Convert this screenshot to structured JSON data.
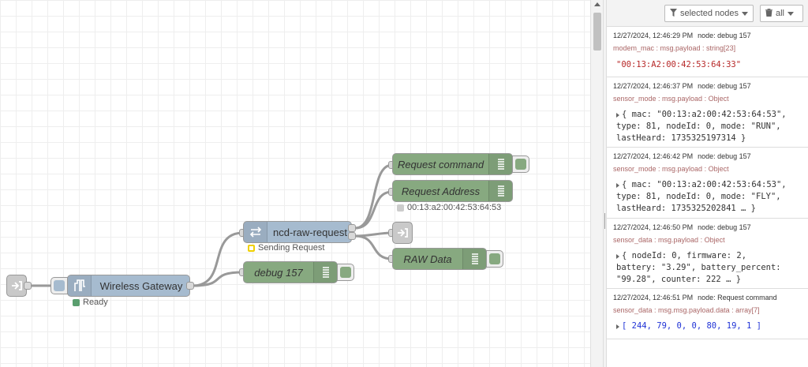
{
  "nodes": {
    "gateway": {
      "label": "Wireless Gateway",
      "status": "Ready"
    },
    "ncd_raw": {
      "label": "ncd-raw-request",
      "status": "Sending Request"
    },
    "debug157": {
      "label": "debug 157"
    },
    "request_command": {
      "label": "Request command"
    },
    "request_address": {
      "label": "Request Address",
      "status": "00:13:a2:00:42:53:64:53"
    },
    "raw_data": {
      "label": "RAW Data"
    }
  },
  "sidebar": {
    "filter_label": "selected nodes",
    "clear_label": "all",
    "messages": [
      {
        "timestamp": "12/27/2024, 12:46:29 PM",
        "node": "node: debug 157",
        "topic": "modem_mac : msg.payload : string[23]",
        "line1": "\"00:13:A2:00:42:53:64:33\""
      },
      {
        "timestamp": "12/27/2024, 12:46:37 PM",
        "node": "node: debug 157",
        "topic": "sensor_mode : msg.payload : Object",
        "line1": "{ mac: \"00:13:a2:00:42:53:64:53\",",
        "line2": "type: 81, nodeId: 0, mode: \"RUN\",",
        "line3": "lastHeard: 1735325197314 }"
      },
      {
        "timestamp": "12/27/2024, 12:46:42 PM",
        "node": "node: debug 157",
        "topic": "sensor_mode : msg.payload : Object",
        "line1": "{ mac: \"00:13:a2:00:42:53:64:53\",",
        "line2": "type: 81, nodeId: 0, mode: \"FLY\",",
        "line3": "lastHeard: 1735325202841 … }"
      },
      {
        "timestamp": "12/27/2024, 12:46:50 PM",
        "node": "node: debug 157",
        "topic": "sensor_data : msg.payload : Object",
        "line1": "{ nodeId: 0, firmware: 2,",
        "line2": "battery: \"3.29\", battery_percent:",
        "line3": "\"99.28\", counter: 222 … }"
      },
      {
        "timestamp": "12/27/2024, 12:46:51 PM",
        "node": "node: Request command",
        "topic": "sensor_data : msg.msg.payload.data : array[7]",
        "line1": "[ 244, 79, 0, 0, 80, 19, 1 ]"
      }
    ]
  },
  "colors": {
    "gateway_node": "#a6bbcf",
    "debug_node": "#87a980",
    "inject_node": "#d9d9d9",
    "status_green": "#5a9e6e",
    "status_yellow": "#f0d000"
  },
  "icons": {
    "inject": "arrow-in-icon",
    "gateway": "wireless-icon",
    "ncd_raw": "swap-icon",
    "debug": "list-icon",
    "filter": "funnel-icon",
    "trash": "trash-icon"
  }
}
